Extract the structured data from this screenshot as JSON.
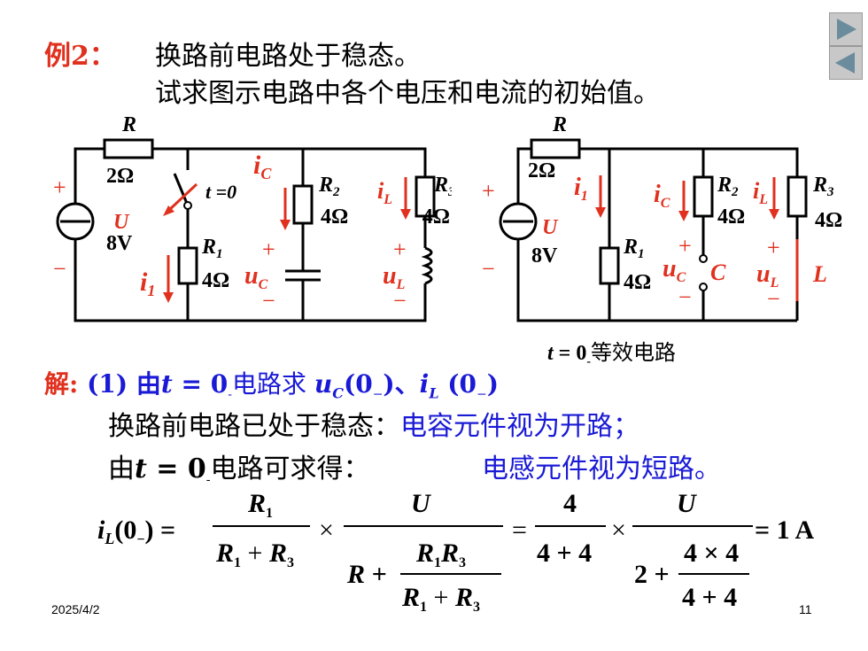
{
  "title": {
    "example_label": "例2：",
    "line1": "换路前电路处于稳态。",
    "line2": "试求图示电路中各个电压和电流的初始值。"
  },
  "nav": {
    "next_icon": "play-right-icon",
    "prev_icon": "play-left-icon"
  },
  "circuit1": {
    "R": "R",
    "R_val": "2Ω",
    "U": "U",
    "U_val": "8V",
    "switch_label": "t =0",
    "iC": "i",
    "iC_sub": "C",
    "R2": "R",
    "R2_sub": "2",
    "R2_val": "4Ω",
    "iL": "i",
    "iL_sub": "L",
    "R3": "R",
    "R3_sub": "3",
    "R3_val": "4Ω",
    "R1": "R",
    "R1_sub": "1",
    "R1_val": "4Ω",
    "i1": "i",
    "i1_sub": "1",
    "uC": "u",
    "uC_sub": "C",
    "uL": "u",
    "uL_sub": "L",
    "plus": "+",
    "minus": "−"
  },
  "circuit2": {
    "R": "R",
    "R_val": "2Ω",
    "U": "U",
    "U_val": "8V",
    "i1": "i",
    "i1_sub": "1",
    "iC": "i",
    "iC_sub": "C",
    "R2": "R",
    "R2_sub": "2",
    "R2_val": "4Ω",
    "iL": "i",
    "iL_sub": "L",
    "R3": "R",
    "R3_sub": "3",
    "R3_val": "4Ω",
    "R1": "R",
    "R1_sub": "1",
    "R1_val": "4Ω",
    "uC": "u",
    "uC_sub": "C",
    "C": "C",
    "uL": "u",
    "uL_sub": "L",
    "L": "L",
    "plus": "+",
    "minus": "−",
    "caption_t": "t",
    "caption_eq": " = 0",
    "caption_sub": "-",
    "caption_text": "等效电路"
  },
  "solution": {
    "label": "解:",
    "step": " (1) 由",
    "t": "t",
    "eq0": " = 0",
    "sub_minus": "-",
    "text1": "电路求 ",
    "uC": "u",
    "uC_sub": "C",
    "uC_arg": "(0",
    "uC_arg_sub": "−",
    "uC_arg_end": ")、",
    "iL": "i",
    "iL_sub": "L",
    "iL_arg": " (0",
    "iL_arg_sub": "−",
    "iL_arg_end": ")",
    "line2_black": "换路前电路已处于稳态：",
    "line2_blue": "电容元件视为开路；",
    "line3_black_a": "由",
    "line3_t": "t",
    "line3_eq": " = 0",
    "line3_sub": "-",
    "line3_black_b": "电路可求得：",
    "line3_blue": "电感元件视为短路。"
  },
  "formula": {
    "lhs_i": "i",
    "lhs_sub": "L",
    "lhs_arg": "(0",
    "lhs_arg_sub": "−",
    "lhs_end": ") =",
    "f1_num": "R",
    "f1_num_sub": "1",
    "f1_den_a": "R",
    "f1_den_a_sub": "1",
    "f1_den_plus": " + ",
    "f1_den_b": "R",
    "f1_den_b_sub": "3",
    "times": "×",
    "f2_num": "U",
    "f2_den_R": "R +",
    "f2_inner_num_a": "R",
    "f2_inner_num_a_sub": "1",
    "f2_inner_num_b": "R",
    "f2_inner_num_b_sub": "3",
    "f2_inner_den_a": "R",
    "f2_inner_den_a_sub": "1",
    "f2_inner_den_plus": " + ",
    "f2_inner_den_b": "R",
    "f2_inner_den_b_sub": "3",
    "eq": "=",
    "f3_num": "4",
    "f3_den": "4 + 4",
    "f4_num": "U",
    "f4_den_a": "2 +",
    "f4_inner_num": "4 × 4",
    "f4_inner_den": "4 + 4",
    "result": "= 1 A"
  },
  "footer": {
    "date": "2025/4/2",
    "page": "11"
  }
}
